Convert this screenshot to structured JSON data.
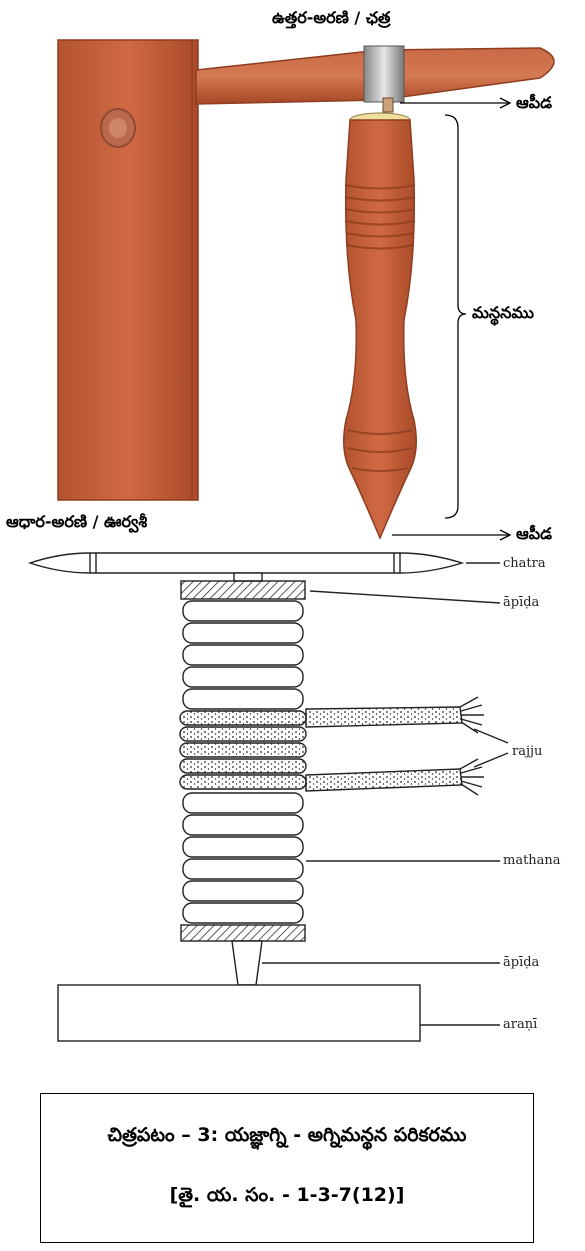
{
  "photo_labels": {
    "top": "ఉత్తర-అరణి / ఛత్ర",
    "apida_top": "ఆపీడ",
    "manthana": "మన్థనము",
    "bottom_left": "ఆధార-అరణి / ఊర్వశీ",
    "apida_bottom": "ఆపీడ"
  },
  "drawing_labels": {
    "chatra": "chatra",
    "apida_top": "āpīḍa",
    "rajju": "rajju",
    "mathana": "mathana",
    "apida_bottom": "āpīḍa",
    "arani": "araṇī"
  },
  "caption": {
    "line1": "చిత్రపటం – 3: యజ్ఞాగ్ని - అగ్నిమన్థన పరికరము",
    "line2": "[తై. య. సం. - 1-3-7(12)]"
  },
  "colors": {
    "wood": "#c2603c",
    "wood_dark": "#9c4426",
    "background": "#ffffff"
  }
}
